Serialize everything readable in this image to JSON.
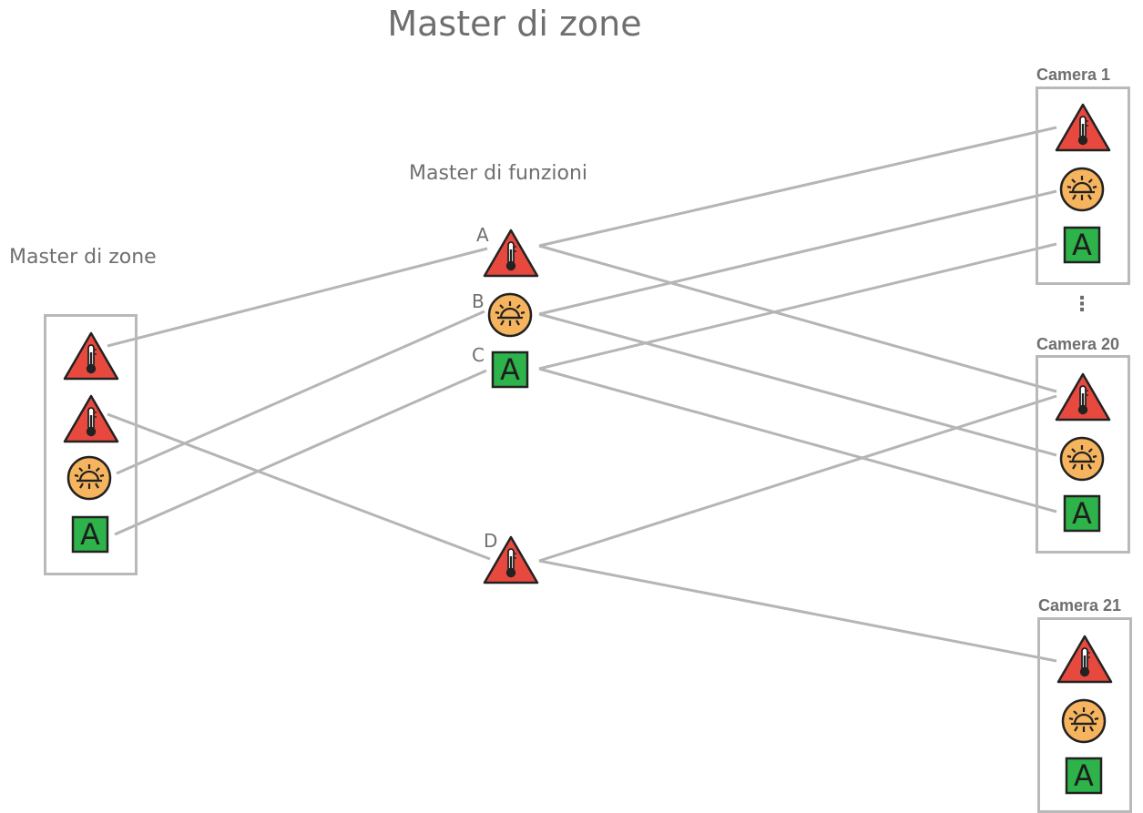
{
  "title": "Master di zone",
  "zone_master": {
    "label": "Master di zone",
    "icons": [
      "thermometer-alarm-icon",
      "thermometer-alarm-icon",
      "sun-gear-icon",
      "letter-a-icon"
    ]
  },
  "function_master": {
    "label": "Master di funzioni",
    "nodes": [
      {
        "letter": "A",
        "icon": "thermometer-alarm-icon"
      },
      {
        "letter": "B",
        "icon": "sun-gear-icon"
      },
      {
        "letter": "C",
        "icon": "letter-a-icon"
      },
      {
        "letter": "D",
        "icon": "thermometer-alarm-icon"
      }
    ]
  },
  "rooms": [
    {
      "label": "Camera 1",
      "icons": [
        "thermometer-alarm-icon",
        "sun-gear-icon",
        "letter-a-icon"
      ]
    },
    {
      "label": "Camera 20",
      "icons": [
        "thermometer-alarm-icon",
        "sun-gear-icon",
        "letter-a-icon"
      ]
    },
    {
      "label": "Camera 21",
      "icons": [
        "thermometer-alarm-icon",
        "sun-gear-icon",
        "letter-a-icon"
      ]
    }
  ],
  "ellipsis": "⋮",
  "icon_letter": "A",
  "colors": {
    "alarm": "#e8493f",
    "sun": "#f6b45e",
    "auto": "#2db34a",
    "line": "#b5b5b5",
    "frame": "#b9b9b9"
  }
}
